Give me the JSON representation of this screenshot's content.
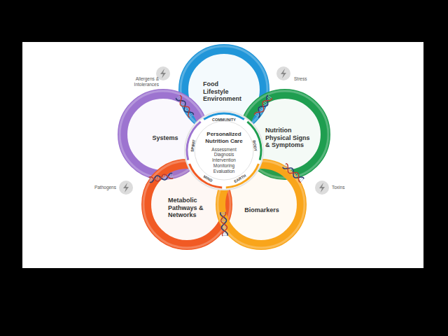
{
  "diagram": {
    "nodes": [
      {
        "text": [
          "Food Lifestyle Environment"
        ]
      },
      {
        "text": [
          "Systems"
        ]
      },
      {
        "text": [
          "Nutrition Physical Signs & Symptoms"
        ]
      },
      {
        "text": [
          "Metabolic Pathways & Networks"
        ]
      },
      {
        "text": [
          "Biomarkers"
        ]
      },
      {
        "text": [
          "Personalized Nutrition Care",
          "Assessment Diagnosis Intervention Monitoring Evaluation"
        ]
      }
    ],
    "labels": [
      "Allergens & Intolerances",
      "Stress",
      "Pathogens",
      "Toxins",
      "COMMUNITY",
      "BODY",
      "EARTH",
      "MIND",
      "SPIRIT"
    ]
  }
}
